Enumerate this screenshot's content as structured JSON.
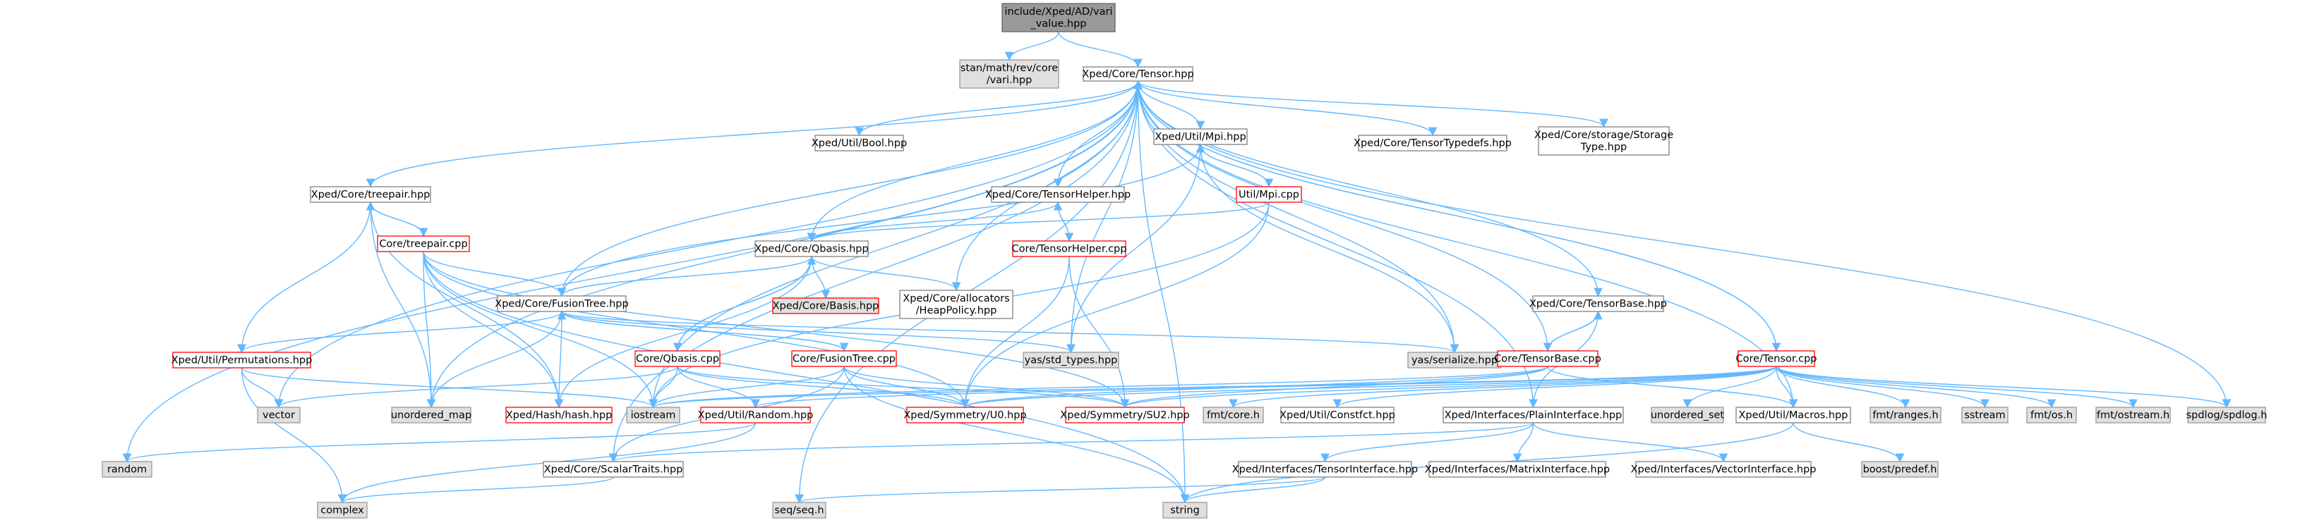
{
  "colors": {
    "background": "#ffffff",
    "node_fill_white": "#ffffff",
    "node_border_gray": "#808080",
    "node_fill_focus": "#999999",
    "node_border_focus": "#666666",
    "node_fill_system": "#e0e0e0",
    "node_border_system": "#999999",
    "node_border_red": "#ff0000",
    "edge_blue": "#63b8ff",
    "edge_red": "#ff0000",
    "arrow_blue": "#63b8ff"
  },
  "nodes": [
    {
      "id": "vari",
      "lines": [
        "include/Xped/AD/vari",
        "_value.hpp"
      ],
      "style": "focus"
    },
    {
      "id": "stanvari",
      "lines": [
        "stan/math/rev/core",
        "/vari.hpp"
      ],
      "style": "system"
    },
    {
      "id": "tensor",
      "lines": [
        "Xped/Core/Tensor.hpp"
      ],
      "style": "white"
    },
    {
      "id": "treepair",
      "lines": [
        "Xped/Core/treepair.hpp"
      ],
      "style": "white"
    },
    {
      "id": "treepaircpp",
      "lines": [
        "Core/treepair.cpp"
      ],
      "style": "red"
    },
    {
      "id": "utilbool",
      "lines": [
        "Xped/Util/Bool.hpp"
      ],
      "style": "white"
    },
    {
      "id": "utilmpi",
      "lines": [
        "Xped/Util/Mpi.hpp"
      ],
      "style": "white"
    },
    {
      "id": "utilmpicpp",
      "lines": [
        "Util/Mpi.cpp"
      ],
      "style": "red"
    },
    {
      "id": "tensorhelper",
      "lines": [
        "Xped/Core/TensorHelper.hpp"
      ],
      "style": "white"
    },
    {
      "id": "tensorhelpercpp",
      "lines": [
        "Core/TensorHelper.cpp"
      ],
      "style": "red"
    },
    {
      "id": "tensortypedefs",
      "lines": [
        "Xped/Core/TensorTypedefs.hpp"
      ],
      "style": "white"
    },
    {
      "id": "storage",
      "lines": [
        "Xped/Core/storage/Storage",
        "Type.hpp"
      ],
      "style": "white"
    },
    {
      "id": "qbasis",
      "lines": [
        "Xped/Core/Qbasis.hpp"
      ],
      "style": "white"
    },
    {
      "id": "basis",
      "lines": [
        "Xped/Core/Basis.hpp"
      ],
      "style": "redfill"
    },
    {
      "id": "heappolicy",
      "lines": [
        "Xped/Core/allocators",
        "/HeapPolicy.hpp"
      ],
      "style": "white"
    },
    {
      "id": "fusiontree",
      "lines": [
        "Xped/Core/FusionTree.hpp"
      ],
      "style": "white"
    },
    {
      "id": "permutations",
      "lines": [
        "Xped/Util/Permutations.hpp"
      ],
      "style": "red"
    },
    {
      "id": "qbasiscpp",
      "lines": [
        "Core/Qbasis.cpp"
      ],
      "style": "red"
    },
    {
      "id": "fusiontreecpp",
      "lines": [
        "Core/FusionTree.cpp"
      ],
      "style": "red"
    },
    {
      "id": "stdtypes",
      "lines": [
        "yas/std_types.hpp"
      ],
      "style": "system"
    },
    {
      "id": "serialize",
      "lines": [
        "yas/serialize.hpp"
      ],
      "style": "system"
    },
    {
      "id": "tensorbase",
      "lines": [
        "Xped/Core/TensorBase.hpp"
      ],
      "style": "white"
    },
    {
      "id": "tensorbasecpp",
      "lines": [
        "Core/TensorBase.cpp"
      ],
      "style": "red"
    },
    {
      "id": "tensorcpp",
      "lines": [
        "Core/Tensor.cpp"
      ],
      "style": "red"
    },
    {
      "id": "vector",
      "lines": [
        "vector"
      ],
      "style": "system"
    },
    {
      "id": "unorderedmap",
      "lines": [
        "unordered_map"
      ],
      "style": "system"
    },
    {
      "id": "hash",
      "lines": [
        "Xped/Hash/hash.hpp"
      ],
      "style": "red"
    },
    {
      "id": "iostream",
      "lines": [
        "iostream"
      ],
      "style": "system"
    },
    {
      "id": "random",
      "lines": [
        "Xped/Util/Random.hpp"
      ],
      "style": "red"
    },
    {
      "id": "u0",
      "lines": [
        "Xped/Symmetry/U0.hpp"
      ],
      "style": "red"
    },
    {
      "id": "su2",
      "lines": [
        "Xped/Symmetry/SU2.hpp"
      ],
      "style": "red"
    },
    {
      "id": "fmtcore",
      "lines": [
        "fmt/core.h"
      ],
      "style": "system"
    },
    {
      "id": "constfct",
      "lines": [
        "Xped/Util/Constfct.hpp"
      ],
      "style": "white"
    },
    {
      "id": "plain",
      "lines": [
        "Xped/Interfaces/PlainInterface.hpp"
      ],
      "style": "white"
    },
    {
      "id": "unorderedset",
      "lines": [
        "unordered_set"
      ],
      "style": "system"
    },
    {
      "id": "macros",
      "lines": [
        "Xped/Util/Macros.hpp"
      ],
      "style": "white"
    },
    {
      "id": "fmtranges",
      "lines": [
        "fmt/ranges.h"
      ],
      "style": "system"
    },
    {
      "id": "sstream",
      "lines": [
        "sstream"
      ],
      "style": "system"
    },
    {
      "id": "fmtos",
      "lines": [
        "fmt/os.h"
      ],
      "style": "system"
    },
    {
      "id": "fmtostream",
      "lines": [
        "fmt/ostream.h"
      ],
      "style": "system"
    },
    {
      "id": "spdlog",
      "lines": [
        "spdlog/spdlog.h"
      ],
      "style": "system"
    },
    {
      "id": "randomstd",
      "lines": [
        "random"
      ],
      "style": "system"
    },
    {
      "id": "scalartraits",
      "lines": [
        "Xped/Core/ScalarTraits.hpp"
      ],
      "style": "white"
    },
    {
      "id": "complex",
      "lines": [
        "complex"
      ],
      "style": "system"
    },
    {
      "id": "seq",
      "lines": [
        "seq/seq.h"
      ],
      "style": "system"
    },
    {
      "id": "string",
      "lines": [
        "string"
      ],
      "style": "system"
    },
    {
      "id": "tensorinterface",
      "lines": [
        "Xped/Interfaces/TensorInterface.hpp"
      ],
      "style": "white"
    },
    {
      "id": "matrixinterface",
      "lines": [
        "Xped/Interfaces/MatrixInterface.hpp"
      ],
      "style": "white"
    },
    {
      "id": "vectorinterface",
      "lines": [
        "Xped/Interfaces/VectorInterface.hpp"
      ],
      "style": "white"
    },
    {
      "id": "boostpredef",
      "lines": [
        "boost/predef.h"
      ],
      "style": "system"
    }
  ],
  "edges": [
    [
      "vari",
      "stanvari"
    ],
    [
      "vari",
      "tensor"
    ],
    [
      "tensor",
      "treepair"
    ],
    [
      "tensor",
      "utilbool"
    ],
    [
      "tensor",
      "utilmpi"
    ],
    [
      "tensor",
      "tensorhelper"
    ],
    [
      "tensor",
      "tensortypedefs"
    ],
    [
      "tensor",
      "storage"
    ],
    [
      "tensor",
      "qbasis"
    ],
    [
      "tensor",
      "heappolicy"
    ],
    [
      "tensor",
      "fusiontree"
    ],
    [
      "tensor",
      "stdtypes"
    ],
    [
      "tensor",
      "serialize"
    ],
    [
      "tensor",
      "tensorbase"
    ],
    [
      "tensor",
      "tensorcpp"
    ],
    [
      "tensor",
      "vector"
    ],
    [
      "tensor",
      "unorderedmap"
    ],
    [
      "tensor",
      "randomstd"
    ],
    [
      "tensor",
      "scalartraits"
    ],
    [
      "tensor",
      "seq"
    ],
    [
      "tensor",
      "string"
    ],
    [
      "tensor",
      "plain"
    ],
    [
      "tensor",
      "macros"
    ],
    [
      "tensor",
      "spdlog"
    ],
    [
      "tensor",
      "iostream"
    ],
    [
      "treepair",
      "treepaircpp"
    ],
    [
      "treepair",
      "permutations"
    ],
    [
      "treepair",
      "hash"
    ],
    [
      "treepair",
      "unorderedmap"
    ],
    [
      "treepaircpp",
      "treepair"
    ],
    [
      "treepaircpp",
      "fusiontree"
    ],
    [
      "treepaircpp",
      "unorderedmap"
    ],
    [
      "treepaircpp",
      "hash"
    ],
    [
      "treepaircpp",
      "u0"
    ],
    [
      "treepaircpp",
      "su2"
    ],
    [
      "treepaircpp",
      "iostream"
    ],
    [
      "treepaircpp",
      "string"
    ],
    [
      "utilmpi",
      "utilmpicpp"
    ],
    [
      "utilmpi",
      "stdtypes"
    ],
    [
      "utilmpi",
      "serialize"
    ],
    [
      "utilmpicpp",
      "utilmpi"
    ],
    [
      "utilmpicpp",
      "qbasis"
    ],
    [
      "utilmpicpp",
      "iostream"
    ],
    [
      "utilmpicpp",
      "u0"
    ],
    [
      "tensorhelper",
      "tensorhelpercpp"
    ],
    [
      "tensorhelper",
      "qbasis"
    ],
    [
      "tensorhelpercpp",
      "tensorhelper"
    ],
    [
      "tensorhelpercpp",
      "u0"
    ],
    [
      "tensorhelpercpp",
      "su2"
    ],
    [
      "qbasis",
      "basis"
    ],
    [
      "qbasis",
      "heappolicy"
    ],
    [
      "qbasis",
      "fusiontree"
    ],
    [
      "qbasis",
      "qbasiscpp"
    ],
    [
      "qbasis",
      "hash"
    ],
    [
      "qbasiscpp",
      "qbasis"
    ],
    [
      "qbasiscpp",
      "random"
    ],
    [
      "qbasiscpp",
      "u0"
    ],
    [
      "qbasiscpp",
      "su2"
    ],
    [
      "qbasiscpp",
      "iostream"
    ],
    [
      "qbasiscpp",
      "vector"
    ],
    [
      "fusiontree",
      "permutations"
    ],
    [
      "fusiontree",
      "hash"
    ],
    [
      "fusiontree",
      "unorderedmap"
    ],
    [
      "fusiontree",
      "stdtypes"
    ],
    [
      "fusiontree",
      "serialize"
    ],
    [
      "fusiontree",
      "fusiontreecpp"
    ],
    [
      "fusiontree",
      "utilmpi"
    ],
    [
      "fusiontreecpp",
      "fusiontree"
    ],
    [
      "fusiontreecpp",
      "u0"
    ],
    [
      "fusiontreecpp",
      "su2"
    ],
    [
      "fusiontreecpp",
      "string"
    ],
    [
      "fusiontreecpp",
      "iostream"
    ],
    [
      "fusiontreecpp",
      "scalartraits"
    ],
    [
      "permutations",
      "vector"
    ],
    [
      "permutations",
      "iostream"
    ],
    [
      "permutations",
      "complex"
    ],
    [
      "tensorbase",
      "tensorbasecpp"
    ],
    [
      "tensorbase",
      "plain"
    ],
    [
      "tensorbasecpp",
      "tensorbase"
    ],
    [
      "tensorbasecpp",
      "tensor"
    ],
    [
      "tensorbasecpp",
      "u0"
    ],
    [
      "tensorbasecpp",
      "su2"
    ],
    [
      "tensorbasecpp",
      "iostream"
    ],
    [
      "tensorbasecpp",
      "macros"
    ],
    [
      "tensorcpp",
      "tensor"
    ],
    [
      "tensorcpp",
      "u0"
    ],
    [
      "tensorcpp",
      "su2"
    ],
    [
      "tensorcpp",
      "fmtcore"
    ],
    [
      "tensorcpp",
      "constfct"
    ],
    [
      "tensorcpp",
      "unorderedset"
    ],
    [
      "tensorcpp",
      "macros"
    ],
    [
      "tensorcpp",
      "fmtranges"
    ],
    [
      "tensorcpp",
      "sstream"
    ],
    [
      "tensorcpp",
      "fmtos"
    ],
    [
      "tensorcpp",
      "fmtostream"
    ],
    [
      "tensorcpp",
      "spdlog"
    ],
    [
      "tensorcpp",
      "random"
    ],
    [
      "tensorcpp",
      "iostream"
    ],
    [
      "random",
      "randomstd"
    ],
    [
      "random",
      "complex"
    ],
    [
      "plain",
      "scalartraits"
    ],
    [
      "plain",
      "tensorinterface"
    ],
    [
      "plain",
      "matrixinterface"
    ],
    [
      "plain",
      "vectorinterface"
    ],
    [
      "tensorinterface",
      "seq"
    ],
    [
      "tensorinterface",
      "string"
    ],
    [
      "macros",
      "boostpredef"
    ],
    [
      "macros",
      "string"
    ],
    [
      "scalartraits",
      "complex"
    ]
  ]
}
